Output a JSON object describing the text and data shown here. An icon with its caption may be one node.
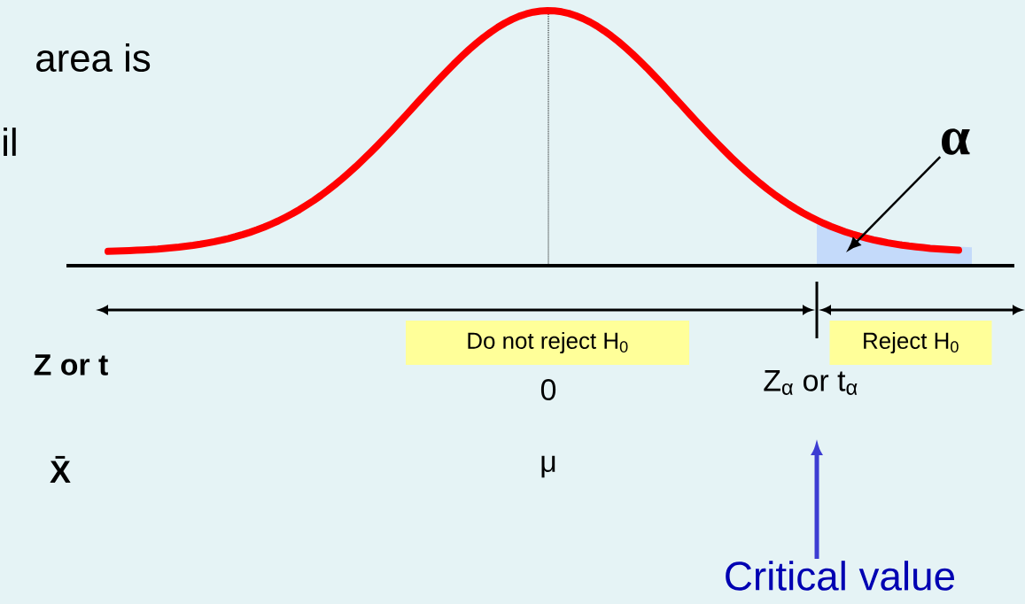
{
  "diagram": {
    "nodes": [
      {
        "text": [
          "α"
        ]
      },
      {
        "text": [
          "Critical value"
        ]
      },
      {
        "text": [
          "Do not reject H$_{0}$"
        ]
      },
      {
        "text": [
          "Reject H$_{0}$"
        ]
      }
    ],
    "edges": [
      {
        "from": 0,
        "to": null,
        "arrow": "to"
      },
      {
        "from": 1,
        "to": null,
        "arrow": "to",
        "color": "#3c3cd2",
        "style": "thick"
      }
    ],
    "labels": [
      "area is",
      "il",
      "Z or t",
      "0",
      "Z$_{α}$ or t$_{α}$",
      "X̄",
      "μ"
    ]
  }
}
